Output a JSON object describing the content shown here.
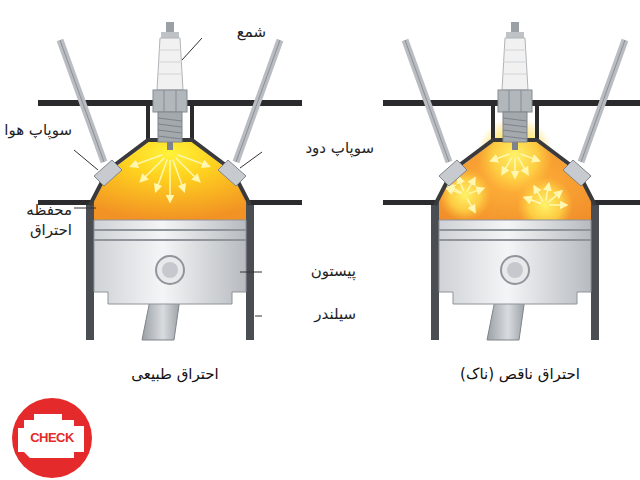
{
  "diagram": {
    "labels": [
      "شمع",
      "سوپاپ هوا",
      "سوپاپ دود",
      "محفظه احتراق",
      "پیستون",
      "سیلندر",
      "احتراق طبیعی",
      "احتراق ناقص (ناک)",
      "CHECK"
    ]
  }
}
